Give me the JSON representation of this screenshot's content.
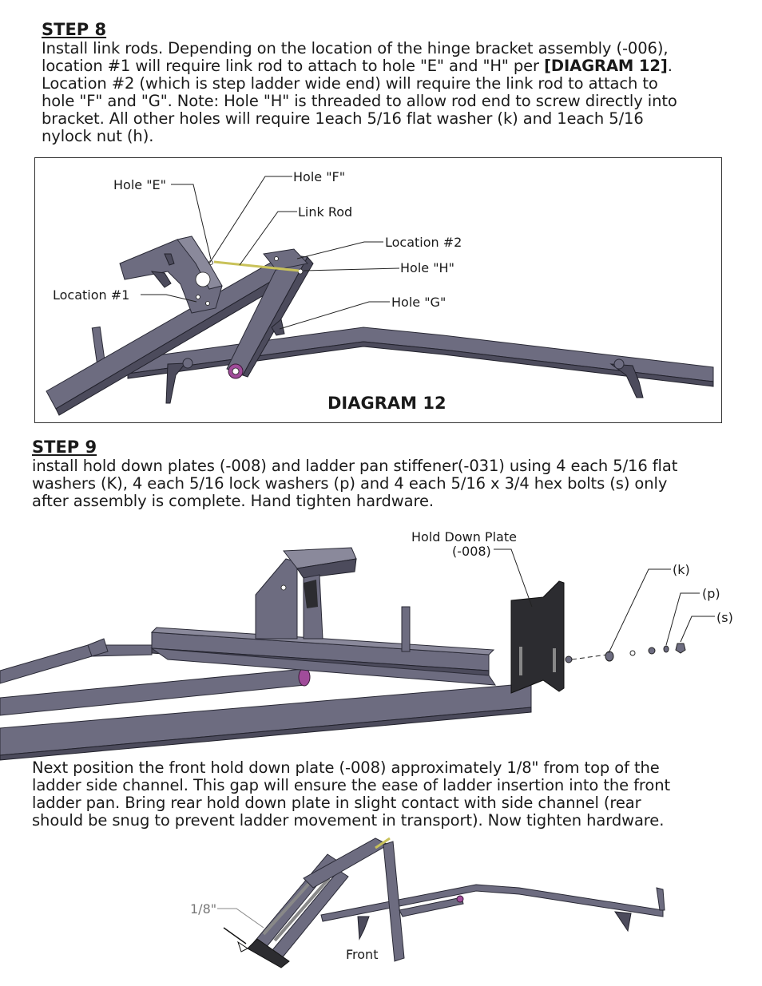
{
  "step8": {
    "title": "STEP 8",
    "lines": [
      "Install link rods. Depending on the location of the hinge bracket assembly (-006),",
      "location #1 will require link rod to attach to hole \"E\" and \"H\" per ",
      "[DIAGRAM 12]",
      ".",
      "Location #2 (which is step ladder wide end) will require the link rod to attach to",
      "hole \"F\" and \"G\". Note: Hole \"H\" is threaded to allow rod end to screw directly into",
      "bracket. All other holes will require 1each 5/16 flat washer (k) and 1each 5/16",
      "nylock nut (h)."
    ]
  },
  "diagram12": {
    "title": "DIAGRAM 12",
    "labels": {
      "hole_e": "Hole \"E\"",
      "hole_f": "Hole \"F\"",
      "link_rod": "Link Rod",
      "location2": "Location #2",
      "hole_h": "Hole \"H\"",
      "location1": "Location #1",
      "hole_g": "Hole \"G\""
    }
  },
  "step9": {
    "title": "STEP 9",
    "lines": [
      "install hold down plates (-008) and ladder pan stiffener(-031) using 4 each 5/16 flat",
      "washers (K), 4 each 5/16 lock washers (p) and 4 each 5/16 x 3/4 hex bolts (s) only",
      "after assembly is complete. Hand tighten hardware."
    ]
  },
  "figure2": {
    "labels": {
      "hold_down_plate": "Hold Down Plate",
      "part_number": "(-008)",
      "k": "(k)",
      "p": "(p)",
      "s": "(s)"
    }
  },
  "instructions": {
    "lines": [
      "Next position the front hold down plate (-008) approximately 1/8\" from top of the",
      "ladder side channel. This gap will ensure the ease of ladder insertion into the front",
      "ladder pan. Bring rear hold down plate in slight contact with side channel (rear",
      "should be snug to prevent ladder movement in transport). Now tighten hardware."
    ]
  },
  "figure3": {
    "labels": {
      "gap": "1/8\"",
      "front": "Front"
    }
  },
  "colors": {
    "metal": "#6d6c80",
    "metal_dark": "#3e3d4c",
    "rod": "#c9c25a",
    "bushing": "#a04c9a",
    "plate": "#2c2c30"
  }
}
